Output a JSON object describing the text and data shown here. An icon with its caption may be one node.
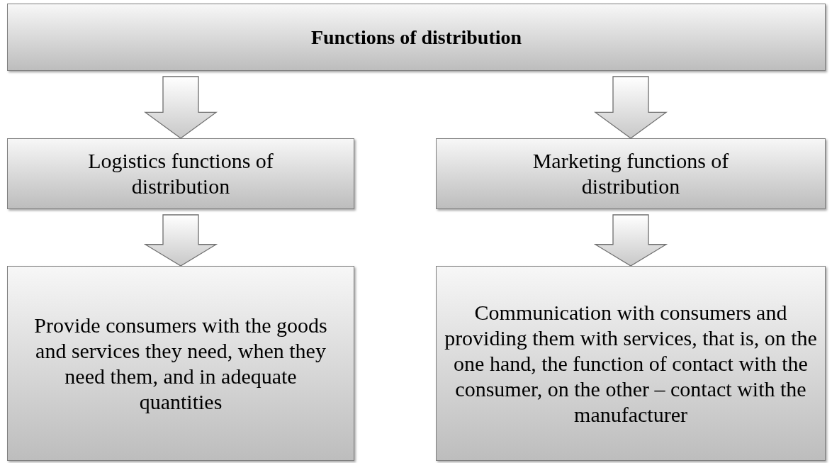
{
  "diagram": {
    "nodes": [
      {
        "text": [
          "Functions of distribution"
        ]
      },
      {
        "text": [
          "Logistics functions of distribution"
        ]
      },
      {
        "text": [
          "Marketing functions of distribution"
        ]
      },
      {
        "text": [
          "Provide consumers with the goods and services they need, when they need them, and in adequate quantities"
        ]
      },
      {
        "text": [
          "Communication with consumers and providing them with services, that is, on the one hand, the function of contact with the consumer, on the other – contact with the manufacturer"
        ]
      }
    ],
    "edges": [
      {
        "from": 0,
        "to": 1,
        "arrow": "to"
      },
      {
        "from": 0,
        "to": 2,
        "arrow": "to"
      },
      {
        "from": 1,
        "to": 3,
        "arrow": "to"
      },
      {
        "from": 2,
        "to": 4,
        "arrow": "to"
      }
    ]
  }
}
